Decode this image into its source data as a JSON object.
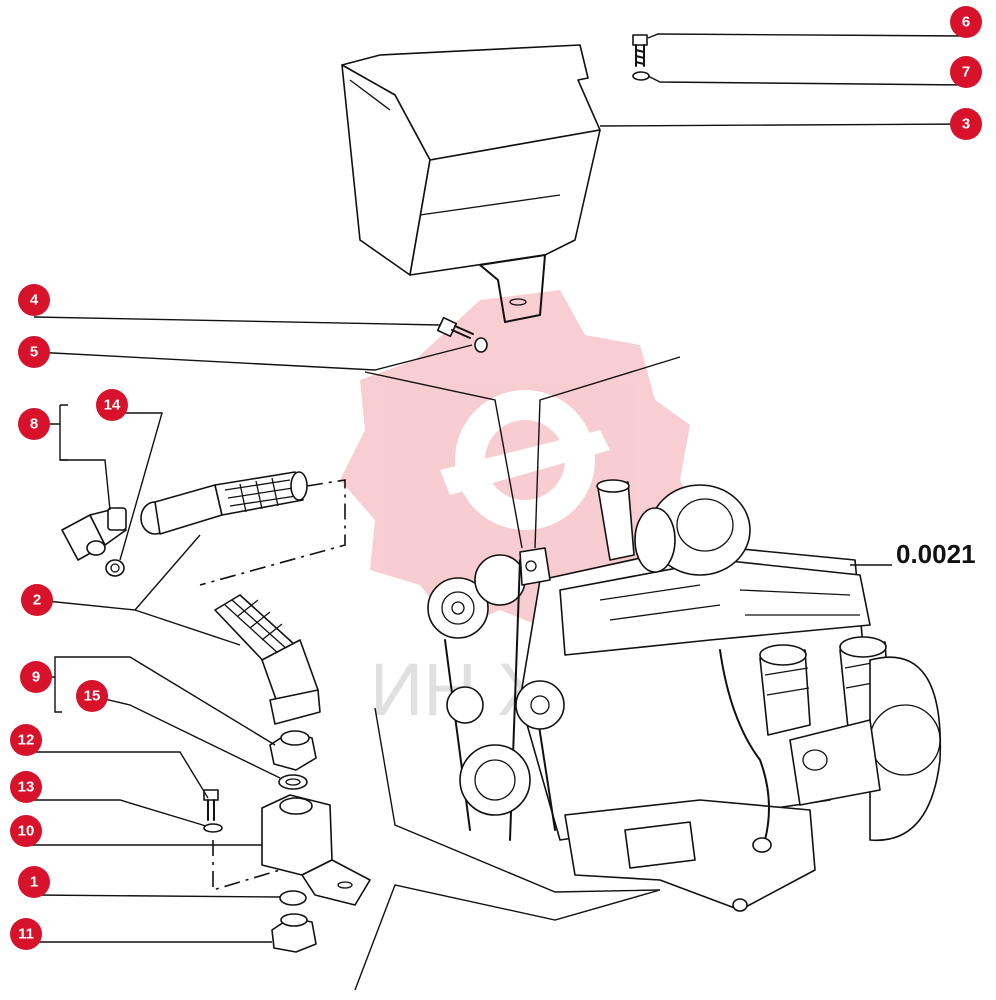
{
  "drawing": {
    "reference": "0.0021",
    "watermark_text": "ИН Х",
    "brand_color": "#d9122b",
    "callouts": [
      {
        "label": "6"
      },
      {
        "label": "7"
      },
      {
        "label": "3"
      },
      {
        "label": "4"
      },
      {
        "label": "5"
      },
      {
        "label": "8"
      },
      {
        "label": "14"
      },
      {
        "label": "2"
      },
      {
        "label": "9"
      },
      {
        "label": "15"
      },
      {
        "label": "12"
      },
      {
        "label": "13"
      },
      {
        "label": "10"
      },
      {
        "label": "1"
      },
      {
        "label": "11"
      }
    ]
  }
}
